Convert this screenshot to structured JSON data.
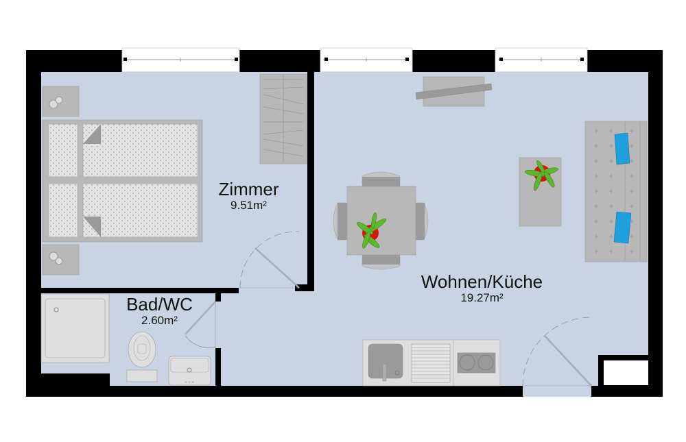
{
  "plan": {
    "colors": {
      "floor": "#c9d3e3",
      "wall": "#000000",
      "furniture": "#b8b8b8",
      "furniture_dark": "#9a9a9a",
      "furniture_light": "#dedede",
      "plant_leaf": "#5cb82c",
      "plant_pot": "#e01010",
      "cushion": "#1ea0de",
      "window": "#ffffff"
    },
    "rooms": [
      {
        "name": "Zimmer",
        "area": "9.51m²"
      },
      {
        "name": "Bad/WC",
        "area": "2.60m²"
      },
      {
        "name": "Wohnen/Küche",
        "area": "19.27m²"
      }
    ],
    "furniture": {
      "bedroom": [
        "double-bed",
        "nightstand",
        "nightstand",
        "wardrobe"
      ],
      "bathroom": [
        "shower",
        "toilet",
        "washbasin"
      ],
      "living_kitchen": [
        "dining-table",
        "chair",
        "chair",
        "chair",
        "chair",
        "sideboard",
        "coffee-table",
        "sofa",
        "cushion",
        "cushion",
        "plant",
        "plant",
        "kitchen-sink",
        "drainboard",
        "cooktop"
      ]
    }
  }
}
